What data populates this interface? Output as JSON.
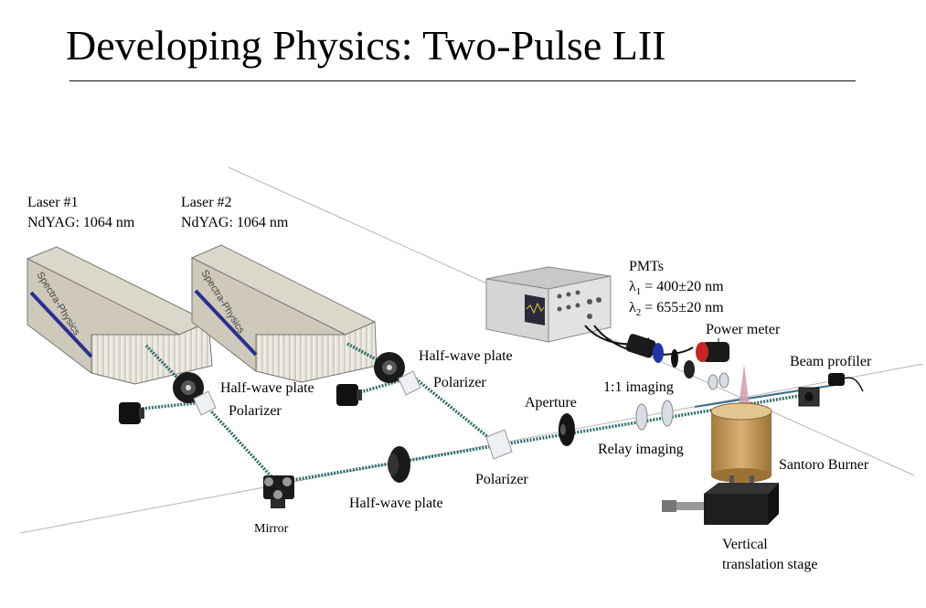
{
  "title": "Developing Physics: Two-Pulse LII",
  "brand_text": "Spectra-Physics",
  "labels": {
    "laser1_name": "Laser #1",
    "laser1_type": "NdYAG: 1064 nm",
    "laser2_name": "Laser #2",
    "laser2_type": "NdYAG: 1064 nm",
    "pmts": "PMTs",
    "pmt_line1_prefix": "λ",
    "pmt_line1_sub": "1",
    "pmt_line1_value": " = 400±20 nm",
    "pmt_line2_prefix": "λ",
    "pmt_line2_sub": "2",
    "pmt_line2_value": " = 655±20 nm",
    "power_meter": "Power meter",
    "beam_profiler": "Beam profiler",
    "half_wave_plate_1": "Half-wave plate",
    "polarizer_1": "Polarizer",
    "half_wave_plate_2": "Half-wave plate",
    "polarizer_2": "Polarizer",
    "imaging_1to1": "1:1 imaging",
    "aperture": "Aperture",
    "relay_imaging": "Relay imaging",
    "santoro_burner": "Santoro Burner",
    "polarizer_3": "Polarizer",
    "half_wave_plate_3": "Half-wave plate",
    "mirror": "Mirror",
    "vertical_stage_line1": "Vertical",
    "vertical_stage_line2": "translation stage"
  },
  "colors": {
    "beam": "#2f6f6a",
    "laser_body": "#e8e4da",
    "laser_top": "#d9d4c8",
    "laser_stripe": "#2b2f8f",
    "burner": "#c9a265",
    "flame": "#d6a0b0",
    "filter_blue": "#2233aa",
    "filter_red": "#cc2222"
  }
}
